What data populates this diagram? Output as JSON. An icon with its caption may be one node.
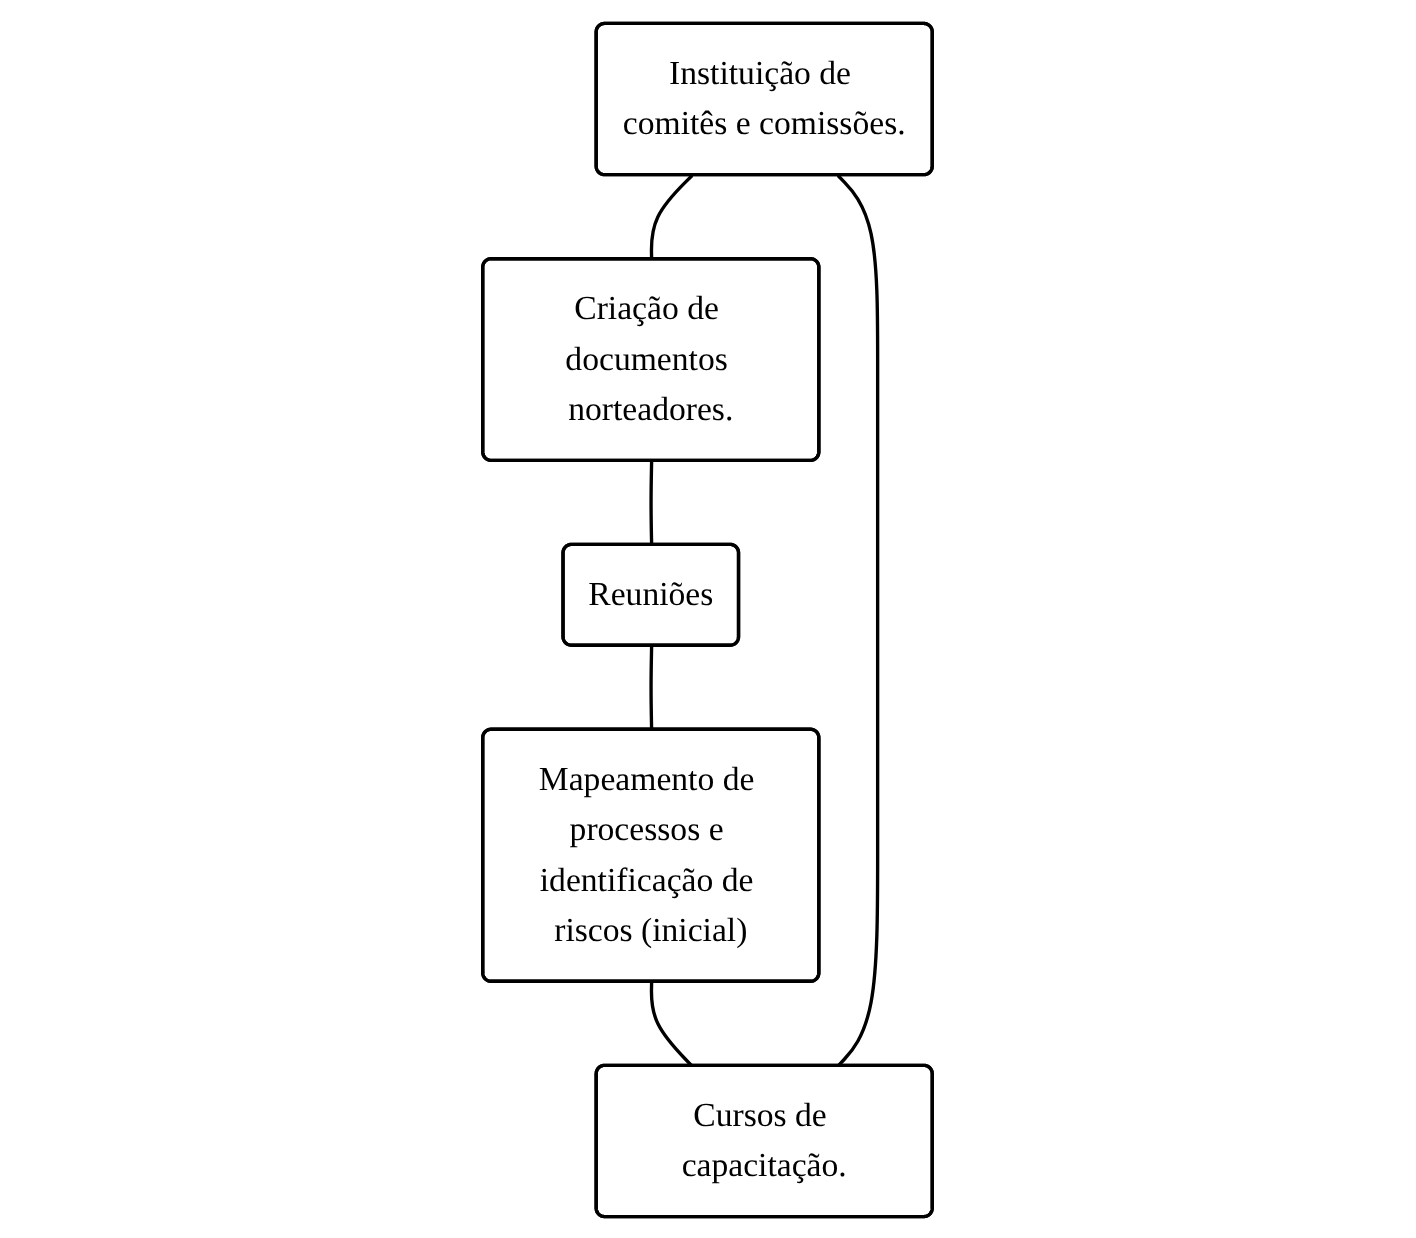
{
  "diagram": {
    "nodes": [
      {
        "text": [
          "Instituição de comitês e comissões."
        ]
      },
      {
        "text": [
          "Criação de documentos norteadores."
        ]
      },
      {
        "text": [
          "Reuniões"
        ]
      },
      {
        "text": [
          "Mapeamento de processos e identificação de riscos (inicial)"
        ]
      },
      {
        "text": [
          "Cursos de capacitação."
        ]
      }
    ],
    "edges": [
      {
        "from": 0,
        "to": 1,
        "arrow": "none"
      },
      {
        "from": 1,
        "to": 2,
        "arrow": "none"
      },
      {
        "from": 2,
        "to": 3,
        "arrow": "none"
      },
      {
        "from": 3,
        "to": 4,
        "arrow": "none"
      },
      {
        "from": 4,
        "to": 0,
        "arrow": "none"
      }
    ]
  }
}
